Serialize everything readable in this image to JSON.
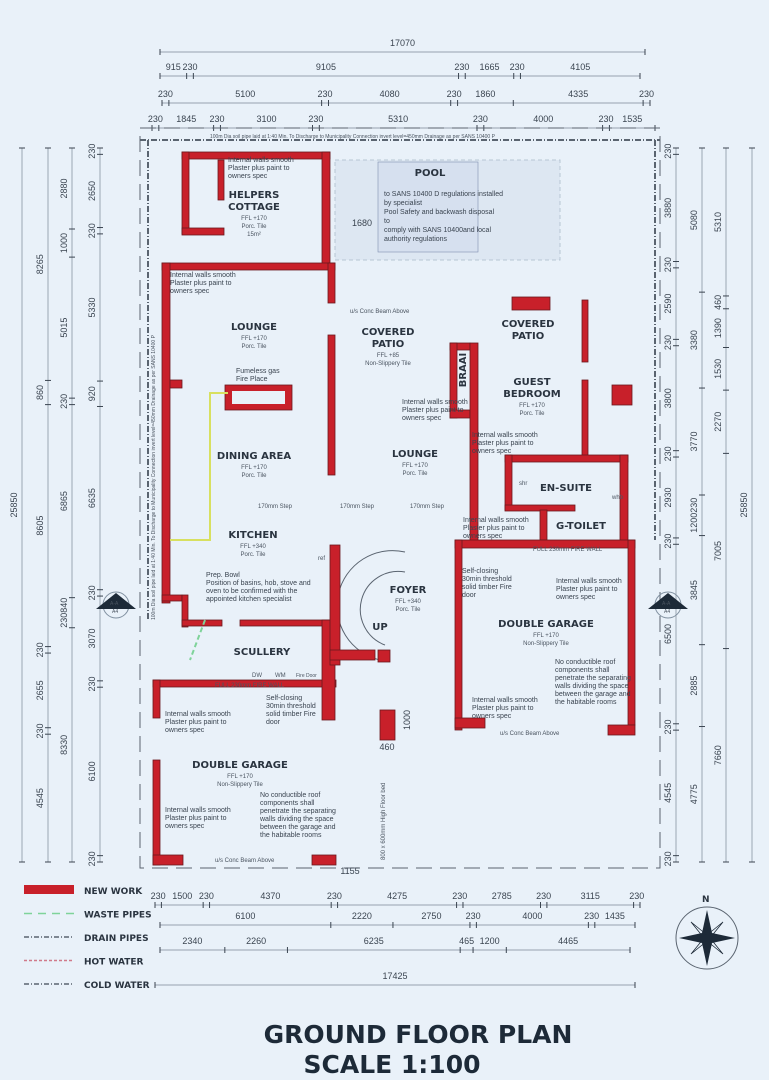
{
  "title": "GROUND FLOOR PLAN",
  "scale": "SCALE 1:100",
  "north_label": "N",
  "colors": {
    "background": "#e9f1f9",
    "new_work": "#c8202a",
    "dims": "#3a4450",
    "waste": "#7fd39a",
    "drain": "#5a6470",
    "hot": "#d07a8a",
    "cold": "#5a6470"
  },
  "legend": [
    {
      "label": "NEW WORK",
      "style": "new_work"
    },
    {
      "label": "WASTE PIPES",
      "style": "waste"
    },
    {
      "label": "DRAIN PIPES",
      "style": "drain"
    },
    {
      "label": "HOT WATER",
      "style": "hot"
    },
    {
      "label": "COLD WATER",
      "style": "cold"
    }
  ],
  "dims_top": [
    [
      "17070"
    ],
    [
      "915",
      "230",
      "9105",
      "230",
      "1665",
      "230",
      "4105"
    ],
    [
      "230",
      "5100",
      "230",
      "4080",
      "230",
      "1860",
      "4335",
      "230"
    ],
    [
      "230",
      "1845",
      "230",
      "3100",
      "230",
      "5310",
      "230",
      "4000",
      "230",
      "1535"
    ]
  ],
  "dims_bottom": [
    [
      "230",
      "1500",
      "230",
      "4370",
      "230",
      "4275",
      "230",
      "2785",
      "230",
      "3115",
      "230"
    ],
    [
      "6100",
      "2220",
      "2750",
      "230",
      "4000",
      "230",
      "1435"
    ],
    [
      "2340",
      "2260",
      "6235",
      "465",
      "1200",
      "4465"
    ],
    [
      "17425"
    ]
  ],
  "dims_left": [
    [
      "25850"
    ],
    [
      "8265",
      "860",
      "8605",
      "230",
      "2655",
      "230",
      "4545"
    ],
    [
      "2880",
      "1000",
      "5015",
      "230",
      "6865",
      "230840",
      "8330"
    ],
    [
      "230",
      "2650",
      "230",
      "5330",
      "920",
      "6635",
      "230",
      "3070",
      "230",
      "6100",
      "230"
    ]
  ],
  "dims_right": [
    [
      "230",
      "3880",
      "230",
      "2590",
      "230",
      "3800",
      "230",
      "2930",
      "230",
      "6500",
      "230",
      "4545",
      "230"
    ],
    [
      "5080",
      "3380",
      "3770",
      "1200230",
      "3845",
      "2885",
      "4775"
    ],
    [
      "5310",
      "460",
      "1390",
      "1530",
      "2270",
      "7005",
      "7660"
    ],
    [
      "25850"
    ]
  ],
  "misc_dims": {
    "pool_gap": "1680",
    "pillar_w": "460",
    "pillar_h": "1000",
    "gate": "1155"
  },
  "pipe_notes": {
    "top": "100m Dia soil pipe laid at 1:40 Min. To Discharge to Municipality Connection invert level=450mm Drainage as per SANS 10400 P",
    "left": "100m Dia soil pipe laid at 1:40 Min. To Discharge to Municipality Connection invert level=450mm Drainage as per SANS 10400 P"
  },
  "rooms": [
    {
      "name": "HELPERS",
      "name2": "COTTAGE",
      "ffl": "FFL +170",
      "finish": "Porc. Tile",
      "area": "15m²"
    },
    {
      "name": "POOL"
    },
    {
      "name": "LOUNGE",
      "ffl": "FFL +170",
      "finish": "Porc. Tile"
    },
    {
      "name": "COVERED",
      "name2": "PATIO",
      "ffl": "FFL +85",
      "finish": "Non-Slippery Tile"
    },
    {
      "name": "COVERED",
      "name2": "PATIO"
    },
    {
      "name": "BRAAI"
    },
    {
      "name": "GUEST",
      "name2": "BEDROOM",
      "ffl": "FFL +170",
      "finish": "Porc. Tile"
    },
    {
      "name": "DINING AREA",
      "ffl": "FFL +170",
      "finish": "Porc. Tile"
    },
    {
      "name": "LOUNGE",
      "ffl": "FFL +170",
      "finish": "Porc. Tile"
    },
    {
      "name": "EN-SUITE"
    },
    {
      "name": "G-TOILET"
    },
    {
      "name": "KITCHEN",
      "ffl": "FFL +340",
      "finish": "Porc. Tile"
    },
    {
      "name": "FOYER",
      "ffl": "FFL +340",
      "finish": "Porc. Tile"
    },
    {
      "name": "UP"
    },
    {
      "name": "DOUBLE GARAGE",
      "ffl": "FFL +170",
      "finish": "Non-Slippery Tile"
    },
    {
      "name": "SCULLERY"
    },
    {
      "name": "DOUBLE GARAGE",
      "ffl": "FFL +170",
      "finish": "Non-Slippery Tile"
    }
  ],
  "notes": {
    "internal_walls": [
      "Internal walls smooth",
      "Plaster plus paint to",
      "owners spec"
    ],
    "pool": [
      "to SANS 10400 D regulations installed",
      "by specialist",
      "Pool Safety and backwash disposal",
      "to",
      "comply with SANS 10400and local",
      "authority regulations"
    ],
    "fireplace": [
      "Fumeless gas",
      "Fire Place"
    ],
    "kitchen": [
      "Prep. Bowl",
      "Position of basins, hob, stove and",
      "oven to be confirmed with the",
      "appointed kitchen specialist"
    ],
    "fire_door": [
      "Self-closing",
      "30min threshold",
      "solid timber Fire",
      "door"
    ],
    "non_conductible": [
      "No conductible roof",
      "components shall",
      "penetrate the separating",
      "walls dividing  the space",
      "between the garage and",
      "the habitable rooms"
    ],
    "fire_wall": "FULL 230mm FIRE WALL",
    "beam_above": "u/s Conc Beam Above",
    "step": "170mm Step",
    "floor_bed": "800 x 600mm High Floor bed",
    "ref": "ref",
    "dw": "DW",
    "wm": "WM",
    "fire_door_tag": "Fire Door",
    "shr": "shr",
    "whb": "whb",
    "section": "A-A",
    "section_sheet": "A4"
  }
}
